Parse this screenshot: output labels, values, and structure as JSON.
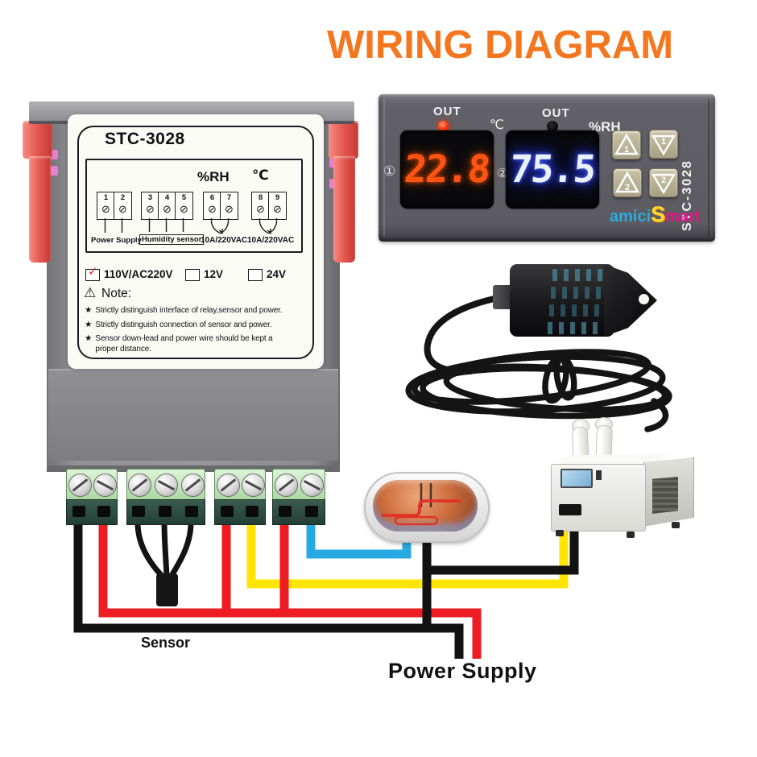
{
  "title": "WIRING DIAGRAM",
  "back_unit": {
    "model": "STC-3028",
    "rh": "%RH",
    "celsius": "℃",
    "terminals": [
      "1",
      "2",
      "3",
      "4",
      "5",
      "6",
      "7",
      "8",
      "9"
    ],
    "screw_glyph": "⊘",
    "group_power": "Power Supply",
    "group_humidity": "Humidity sensor",
    "relay_rating_1": "10A/220VAC",
    "relay_rating_2": "10A/220VAC",
    "check_glyph": "✓",
    "voltage_options": [
      {
        "label": "110V/AC220V",
        "checked": true
      },
      {
        "label": "12V",
        "checked": false
      },
      {
        "label": "24V",
        "checked": false
      }
    ],
    "warning_glyph": "⚠",
    "note_title": "Note:",
    "bullet_glyph": "★",
    "notes": [
      "Strictly distinguish interface of relay,sensor and power.",
      "Strictly distinguish connection of sensor and power.",
      "Sensor down-lead and power wire should be kept a proper distance."
    ]
  },
  "front_unit": {
    "out_left": "OUT",
    "out_right": "OUT",
    "celsius": "℃",
    "rh": "%RH",
    "temperature": "22.8",
    "humidity": "75.5",
    "channel1": "①",
    "channel2": "②",
    "model_side": "STC-3028",
    "buttons": [
      {
        "direction": "up",
        "label": "1"
      },
      {
        "direction": "down",
        "label": "1"
      },
      {
        "direction": "up",
        "label": "2"
      },
      {
        "direction": "down",
        "label": "2"
      }
    ],
    "brand": {
      "amici": "amici",
      "s": "S",
      "mart": "mart"
    }
  },
  "wiring_labels": {
    "sensor": "Sensor",
    "power_supply": "Power Supply"
  },
  "colors": {
    "title_orange": "#F4761F",
    "wire_red": "#EE1C23",
    "wire_yellow": "#FFE500",
    "wire_blue": "#27A9E1",
    "wire_black": "#121212",
    "digit_red": "#FF5512",
    "digit_blue": "#E9F0FF",
    "brand_cyan": "#29ABE2",
    "brand_yellow": "#F9ED32",
    "brand_magenta": "#EC008C",
    "clip_red": "#E2534B",
    "terminal_block_green": "#A9D8A2"
  }
}
